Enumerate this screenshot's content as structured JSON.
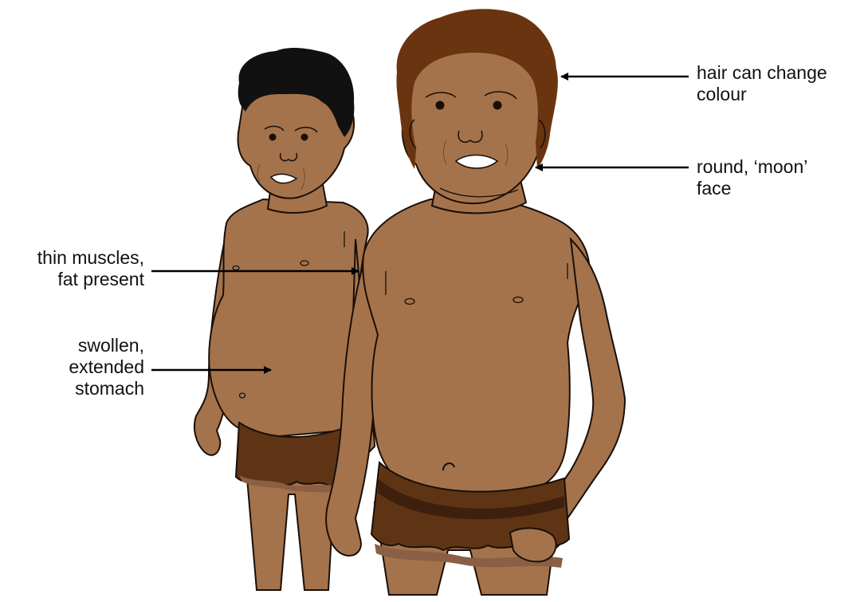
{
  "labels": {
    "hair": [
      "hair can change",
      "colour"
    ],
    "face": [
      "round, ‘moon’",
      "face"
    ],
    "muscles": [
      "thin muscles,",
      "fat present"
    ],
    "stomach": [
      "swollen,",
      "extended",
      "stomach"
    ]
  },
  "colors": {
    "skin": "#a4734c",
    "outline": "#1a0f08",
    "hair_black": "#111111",
    "hair_brown": "#6b3410",
    "cloth": "#5e3415",
    "cloth_dark": "#3e200c",
    "cloth_hem": "#8a5f44",
    "arrow": "#000000"
  }
}
